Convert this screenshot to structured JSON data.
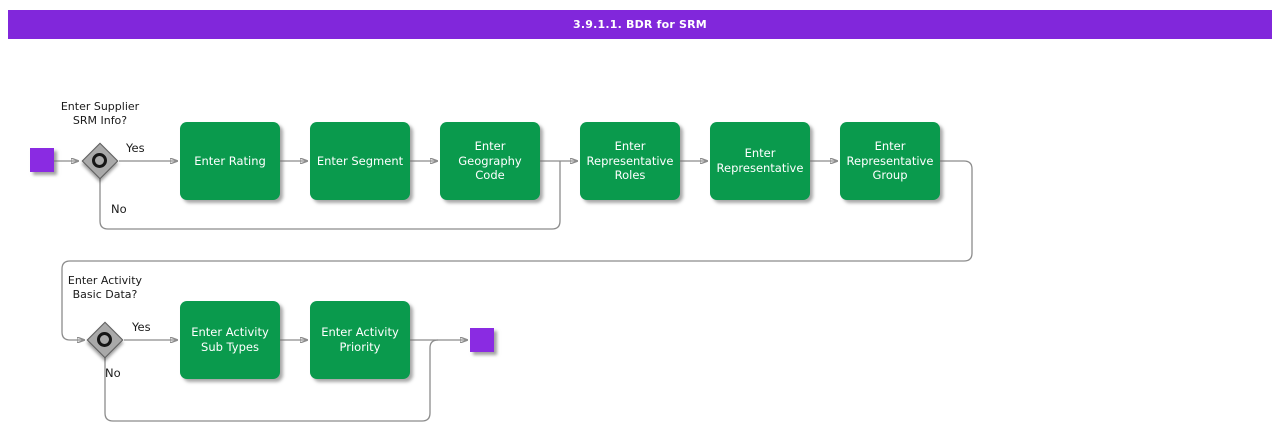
{
  "title_bar": {
    "title": "3.9.1.1. BDR for SRM"
  },
  "colors": {
    "title_bar_bg": "#8127DB",
    "event_node_bg": "#8A2BE2",
    "task_bg": "#0A9A4D",
    "connector": "#8C8C8C",
    "gateway_fill": "#A9A9A9",
    "label_text": "#1A1A1A"
  },
  "diagram": {
    "row1": {
      "decision_label": "Enter Supplier SRM Info?",
      "yes_label": "Yes",
      "no_label": "No",
      "tasks": [
        "Enter Rating",
        "Enter Segment",
        "Enter Geography Code",
        "Enter Representative Roles",
        "Enter Representative",
        "Enter Representative Group"
      ]
    },
    "row2": {
      "decision_label": "Enter Activity Basic Data?",
      "yes_label": "Yes",
      "no_label": "No",
      "tasks": [
        "Enter Activity Sub Types",
        "Enter Activity Priority"
      ]
    }
  }
}
